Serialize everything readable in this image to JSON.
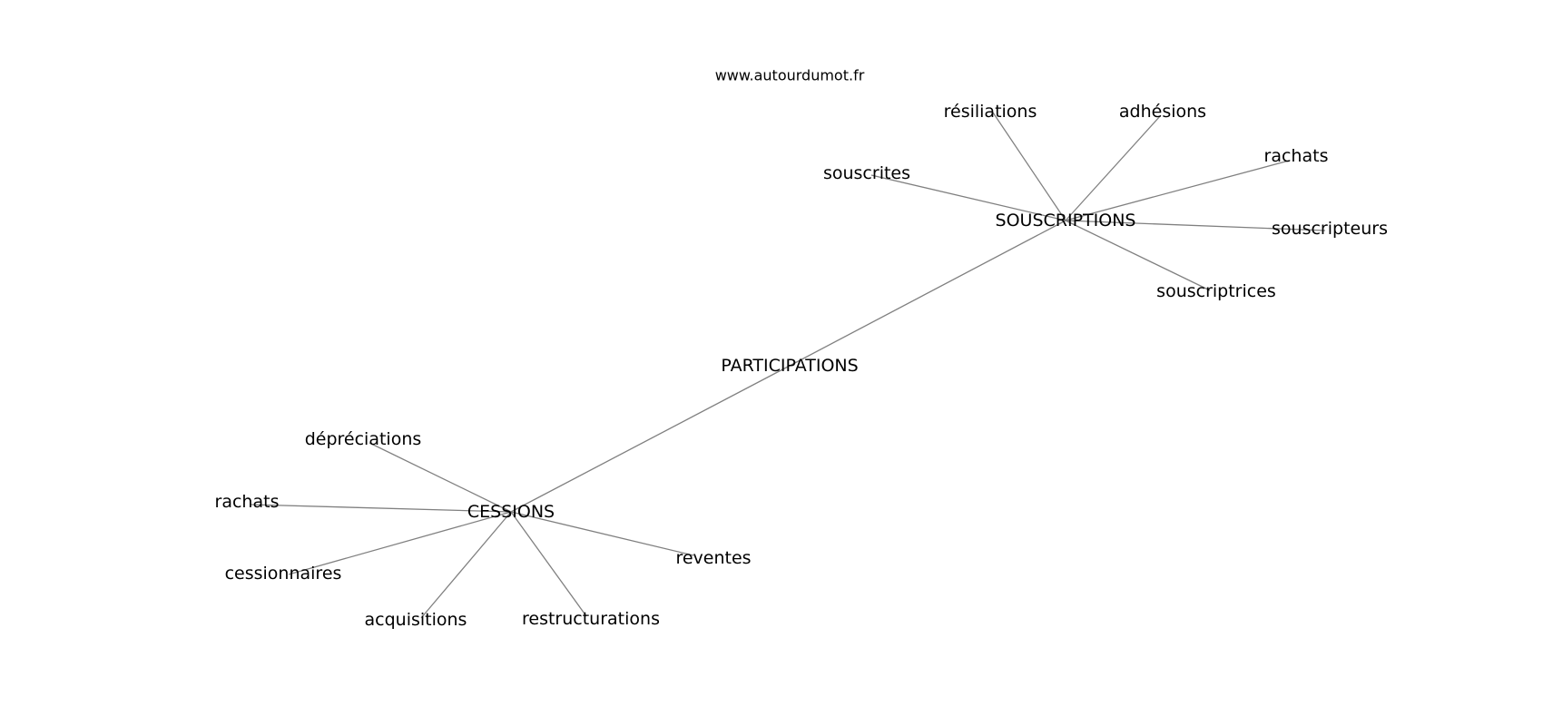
{
  "watermark": "www.autourdumot.fr",
  "graph": {
    "root": "PARTICIPATIONS",
    "hubs": [
      {
        "id": "souscriptions",
        "label": "SOUSCRIPTIONS",
        "leaves": [
          "résiliations",
          "adhésions",
          "souscrites",
          "rachats",
          "souscripteurs",
          "souscriptrices"
        ]
      },
      {
        "id": "cessions",
        "label": "CESSIONS",
        "leaves": [
          "dépréciations",
          "rachats",
          "cessionnaires",
          "acquisitions",
          "restructurations",
          "reventes"
        ]
      }
    ]
  },
  "colors": {
    "edge": "#808080",
    "text": "#000000",
    "background": "#ffffff"
  }
}
